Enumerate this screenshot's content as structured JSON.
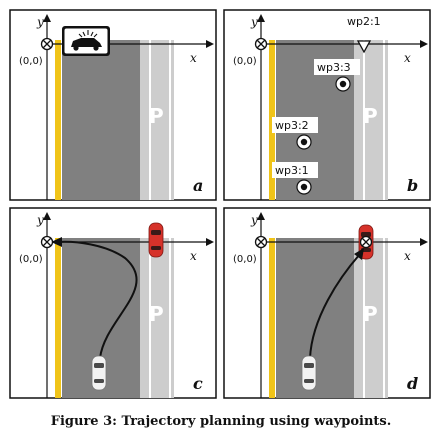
{
  "axes": {
    "x": "x",
    "y": "y",
    "origin": "(0,0)"
  },
  "parking_label": "P",
  "panels": [
    {
      "letter": "a"
    },
    {
      "letter": "b",
      "waypoints": [
        {
          "label": "wp2:1",
          "kind": "triangle"
        },
        {
          "label": "wp3:3",
          "kind": "dot"
        },
        {
          "label": "wp3:2",
          "kind": "dot"
        },
        {
          "label": "wp3:1",
          "kind": "dot"
        }
      ]
    },
    {
      "letter": "c"
    },
    {
      "letter": "d"
    }
  ],
  "caption": "Figure 3: Trajectory planning using waypoints.",
  "colors": {
    "road": "#808080",
    "parking_lane": "#cdcdcd",
    "lane_line": "#f0c419",
    "car_red": "#d6322a",
    "car_white": "#f2f2f2"
  }
}
